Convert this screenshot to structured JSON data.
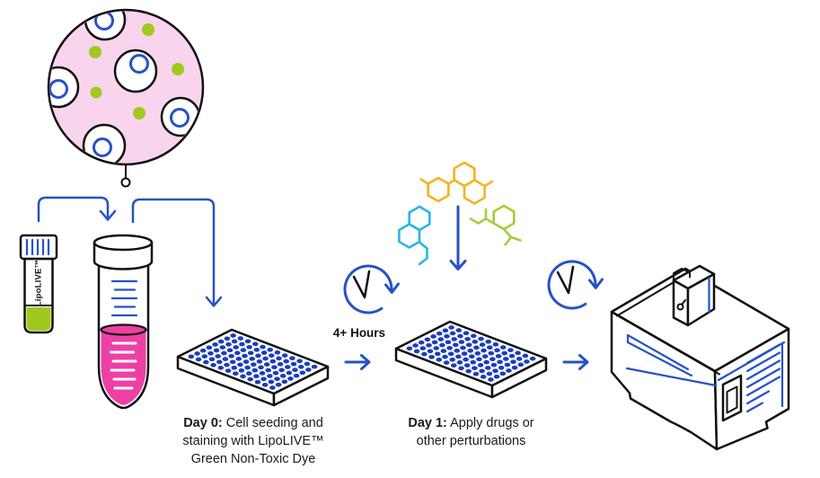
{
  "diagram": {
    "vial_label": "LipoLIVE™",
    "incubation_label": "4+ Hours",
    "day0": {
      "label": "Day 0:",
      "text": "Cell seeding and staining with LipoLIVE™ Green Non-Toxic Dye"
    },
    "day1": {
      "label": "Day 1:",
      "text": "Apply drugs or other perturbations"
    }
  },
  "well_plate": {
    "rows": 8,
    "columns": 12
  },
  "colors": {
    "accent_blue": "#2552C6",
    "well_blue": "#1C3EB8",
    "cell_pink": "#F8D5EC",
    "liquid_magenta": "#EE3FA5",
    "dye_green": "#A0C920",
    "molecule_yellow": "#F6B21E",
    "molecule_cyan": "#29B5E8",
    "molecule_green": "#A4CE39",
    "ink": "#111111",
    "text_color": "#1A1A1A"
  },
  "icons": [
    "clock-icon",
    "right-arrow-icon",
    "down-arrow-icon",
    "curved-arrow-icon",
    "power-icon",
    "cell-icon",
    "lipid-droplet-icon"
  ]
}
